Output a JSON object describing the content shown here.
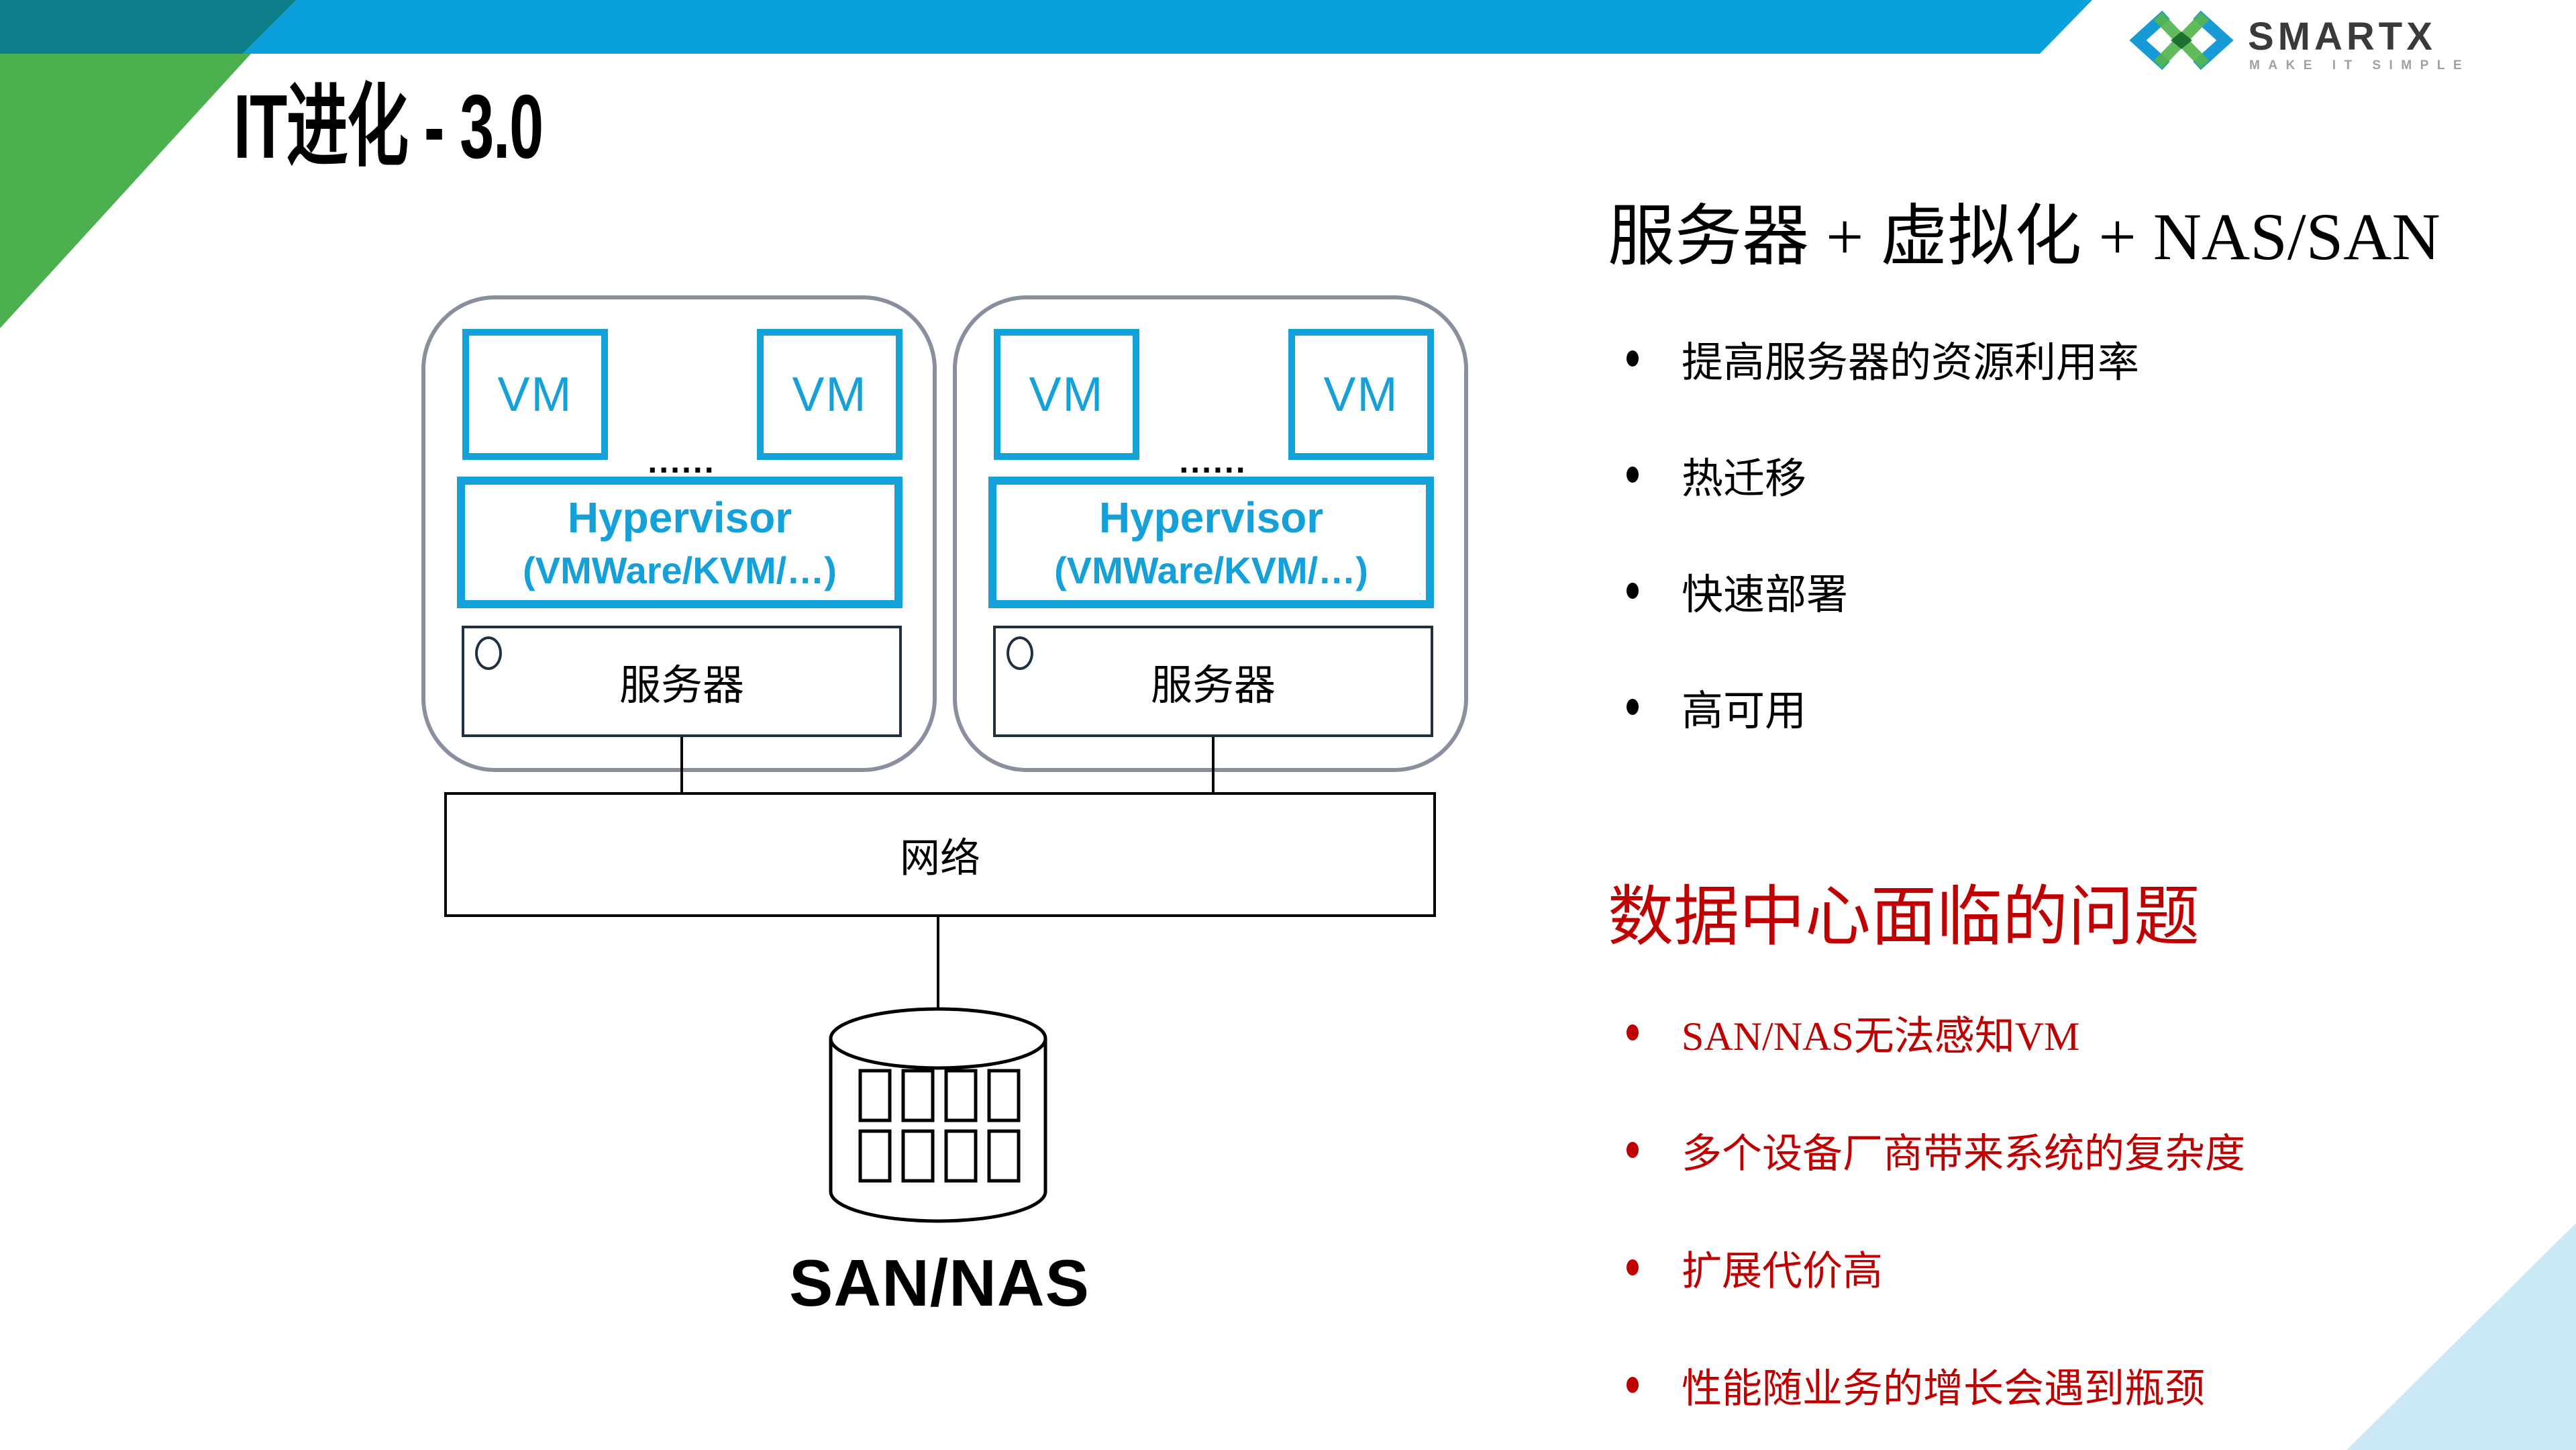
{
  "title": "IT进化 - 3.0",
  "logo": {
    "brand": "SMARTX",
    "tagline": "MAKE IT SIMPLE"
  },
  "diagram": {
    "vm_label": "VM",
    "dots": "......",
    "hypervisor_line1": "Hypervisor",
    "hypervisor_line2": "(VMWare/KVM/…)",
    "server_label": "服务器",
    "network_label": "网络",
    "storage_label": "SAN/NAS"
  },
  "benefits": {
    "heading": "服务器 + 虚拟化 + NAS/SAN",
    "items": [
      "提高服务器的资源利用率",
      "热迁移",
      "快速部署",
      "高可用"
    ]
  },
  "problems": {
    "heading": "数据中心面临的问题",
    "items": [
      "SAN/NAS无法感知VM",
      "多个设备厂商带来系统的复杂度",
      "扩展代价高",
      "性能随业务的增长会遇到瓶颈"
    ]
  },
  "colors": {
    "top_bar_teal": "#0d7e8a",
    "top_bar_blue": "#09a0dc",
    "corner_green": "#4cb04f",
    "corner_light_blue": "#cbe8f6",
    "diagram_blue": "#14a0d9",
    "cluster_border_gray": "#8a8fa0",
    "problem_red": "#c00000",
    "logo_dark": "#3a3a3c",
    "logo_gray": "#9aa1a8"
  }
}
